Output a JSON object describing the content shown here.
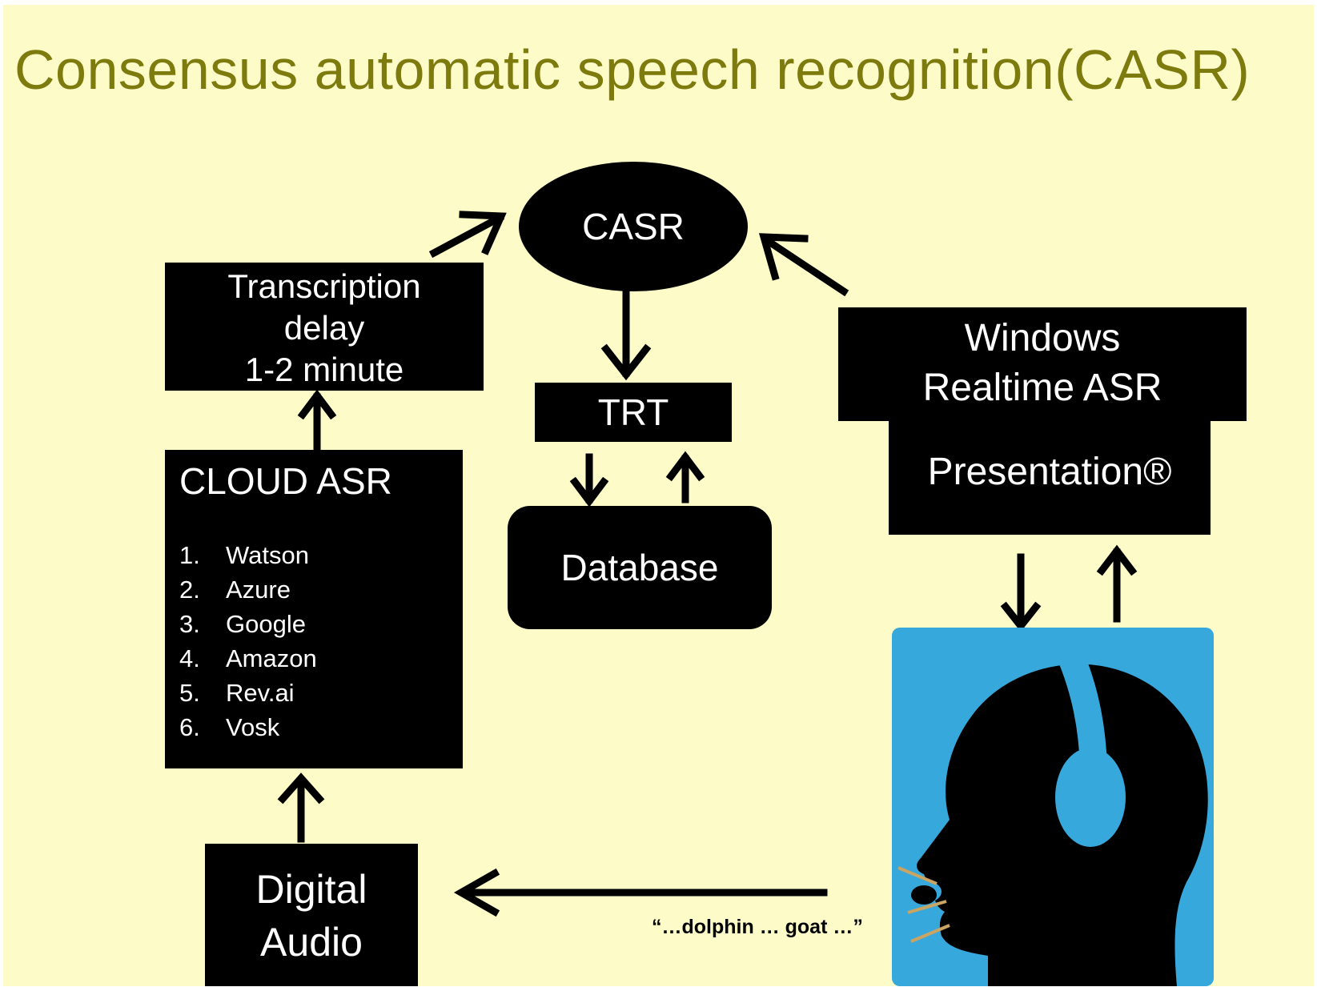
{
  "slide": {
    "title": "Consensus automatic speech recognition(CASR)",
    "title_color": "#7d7a0e",
    "background": "#fdfcc9"
  },
  "nodes": {
    "casr": "CASR",
    "transcription_delay": [
      "Transcription",
      "delay",
      "1-2 minute"
    ],
    "cloud_asr": {
      "title": "CLOUD ASR",
      "items": [
        {
          "num": "1.",
          "name": "Watson"
        },
        {
          "num": "2.",
          "name": "Azure"
        },
        {
          "num": "3.",
          "name": "Google"
        },
        {
          "num": "4.",
          "name": "Amazon"
        },
        {
          "num": "5.",
          "name": "Rev.ai"
        },
        {
          "num": "6.",
          "name": "Vosk"
        }
      ]
    },
    "trt": "TRT",
    "database": "Database",
    "windows_asr": [
      "Windows",
      "Realtime ASR"
    ],
    "presentation": "Presentation®",
    "digital_audio": [
      "Digital",
      "Audio"
    ],
    "speech_quote": "“…dolphin … goat …”"
  },
  "icons": {
    "speaker": "headset-speaker-icon",
    "speaker_bg": "#37a8dc"
  }
}
